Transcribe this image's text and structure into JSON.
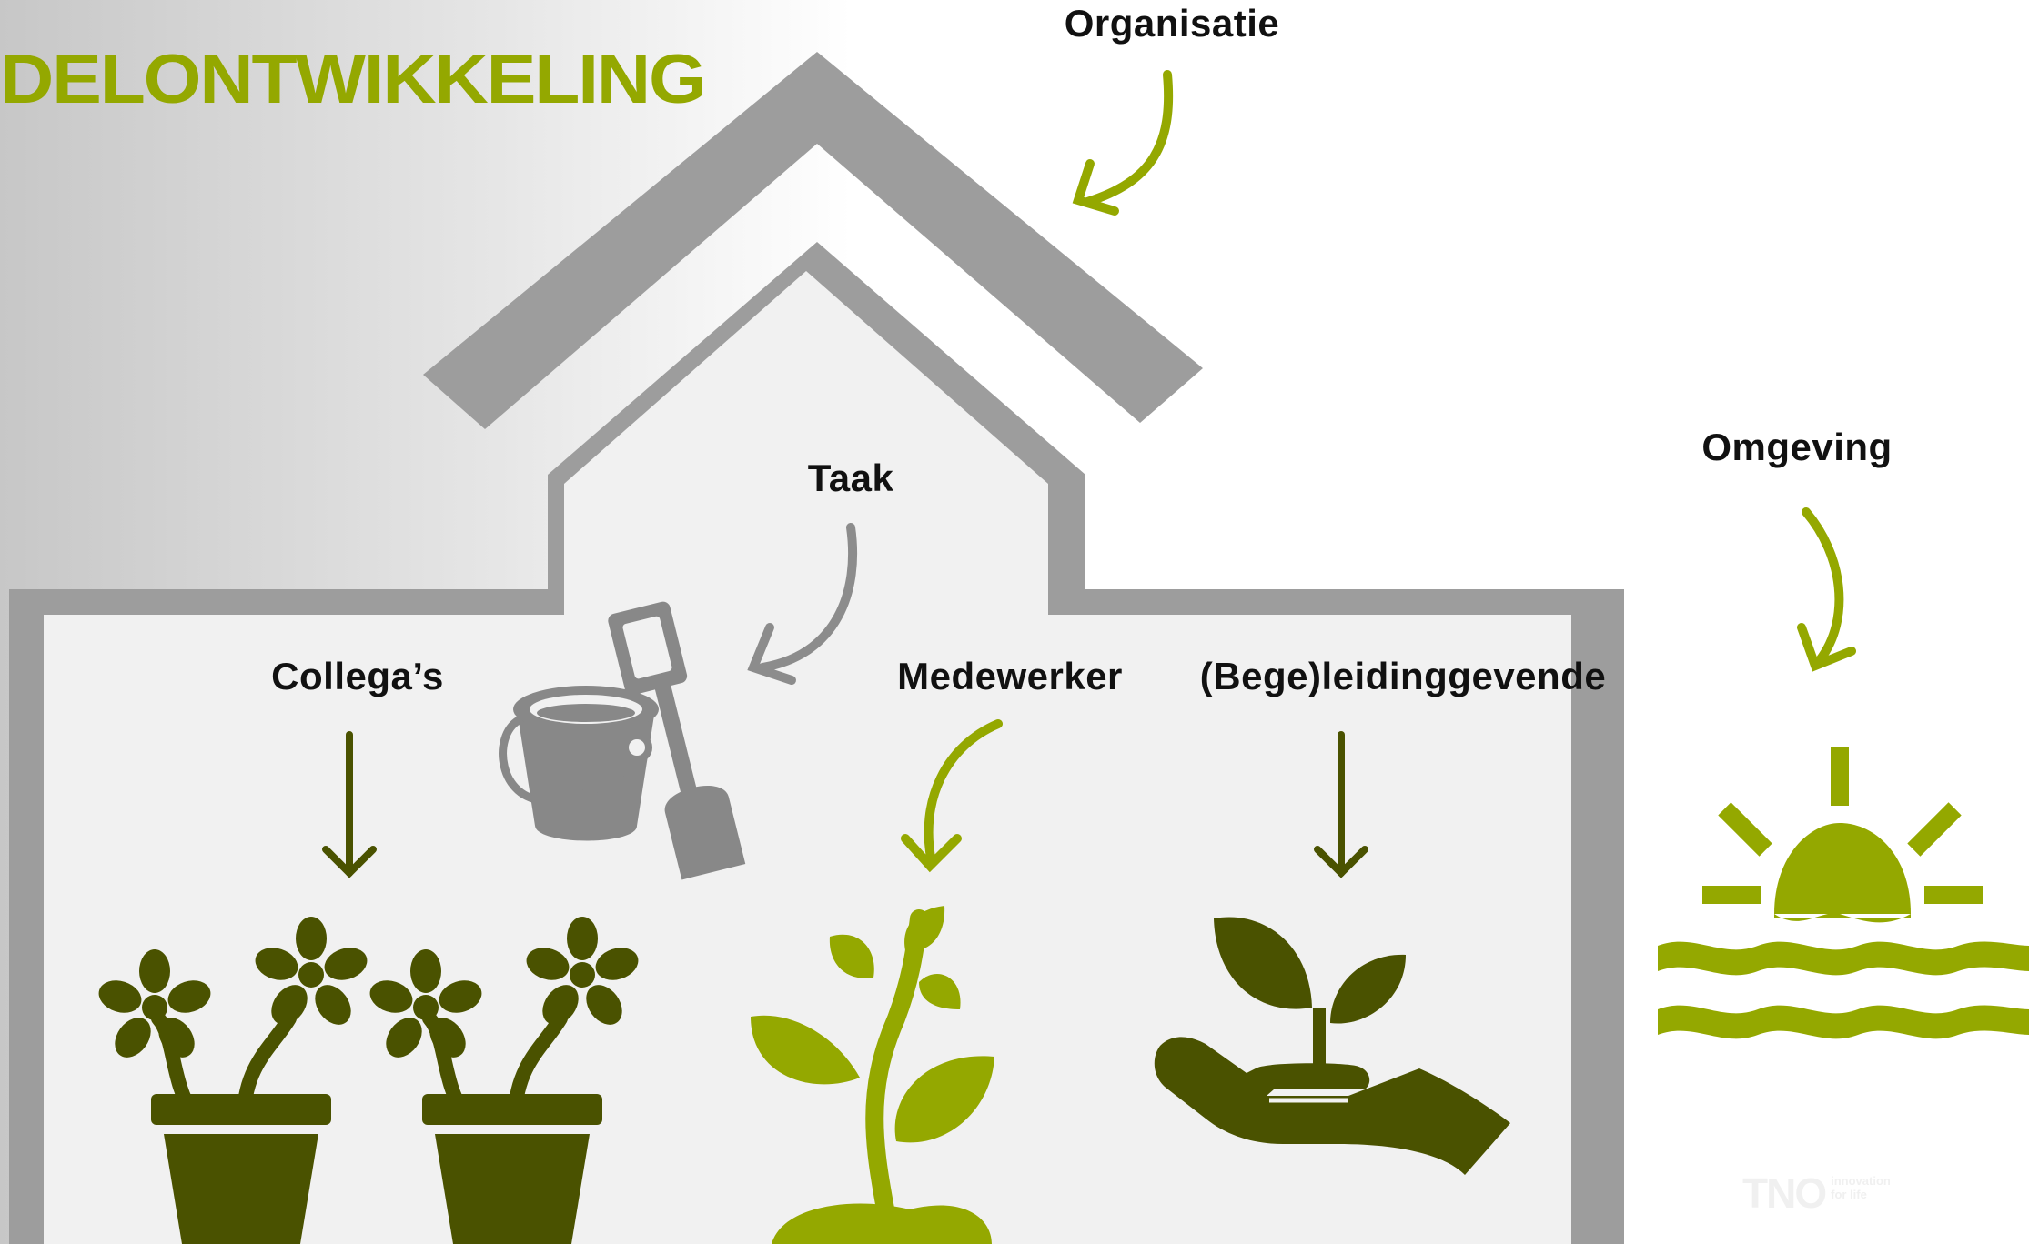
{
  "title": "DELONTWIKKELING",
  "labels": {
    "organisatie": "Organisatie",
    "taak": "Taak",
    "omgeving": "Omgeving",
    "collegas": "Collega’s",
    "medewerker": "Medewerker",
    "leidinggevende": "(Bege)leidinggevende"
  },
  "logo": {
    "mark": "TNO",
    "tagline_1": "innovation",
    "tagline_2": "for life"
  },
  "colors": {
    "accent_green": "#94a800",
    "dark_green": "#4a5200",
    "house_gray": "#9d9d9d",
    "interior": "#f1f1f1",
    "label_text": "#111111"
  }
}
